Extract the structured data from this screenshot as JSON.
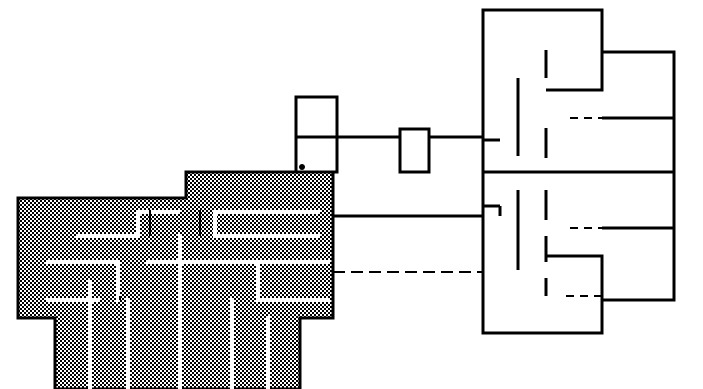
{
  "figure": {
    "colors": {
      "background": "#ffffff",
      "ink": "#000000",
      "hatch_fill": "#a8a8a8"
    },
    "shaded_region": {
      "pattern": "dense-checker-dither"
    },
    "connectors": [
      {
        "style": "solid"
      },
      {
        "style": "solid"
      },
      {
        "style": "dashed"
      }
    ]
  }
}
